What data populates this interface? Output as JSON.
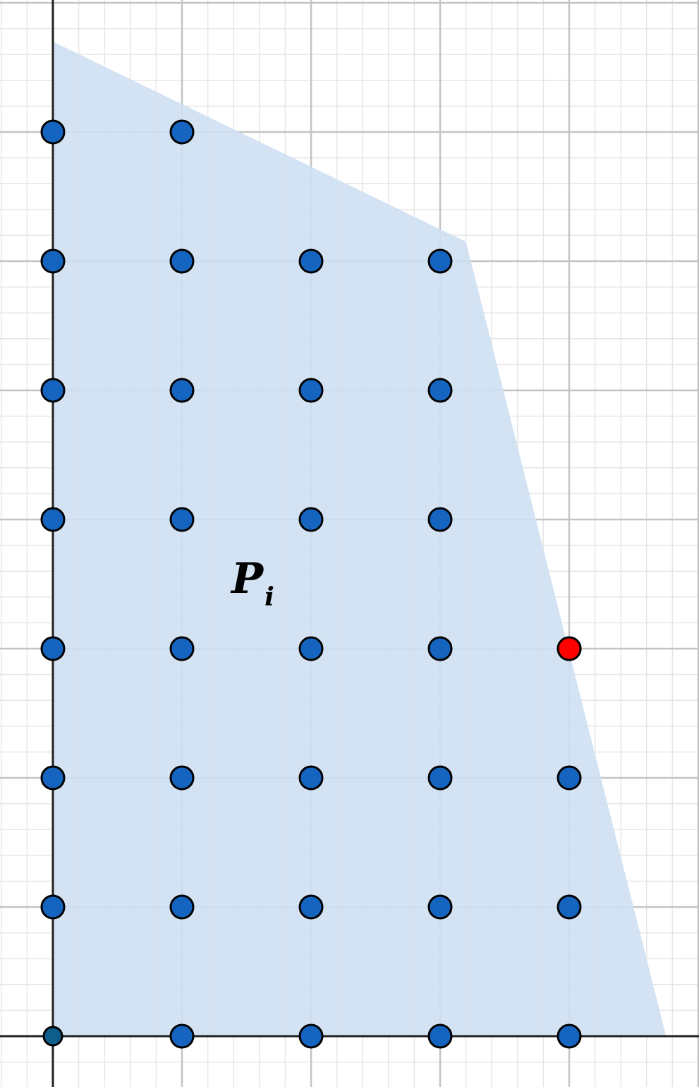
{
  "diagram": {
    "label": {
      "main": "P",
      "sub": "i"
    },
    "region_vertices": [
      [
        0,
        7.7
      ],
      [
        3.2,
        6.15
      ],
      [
        4.75,
        0
      ],
      [
        0,
        0
      ]
    ],
    "lattice_points": [
      [
        0,
        7
      ],
      [
        1,
        7
      ],
      [
        0,
        6
      ],
      [
        1,
        6
      ],
      [
        2,
        6
      ],
      [
        3,
        6
      ],
      [
        0,
        5
      ],
      [
        1,
        5
      ],
      [
        2,
        5
      ],
      [
        3,
        5
      ],
      [
        0,
        4
      ],
      [
        1,
        4
      ],
      [
        2,
        4
      ],
      [
        3,
        4
      ],
      [
        0,
        3
      ],
      [
        1,
        3
      ],
      [
        2,
        3
      ],
      [
        3,
        3
      ],
      [
        4,
        3
      ],
      [
        0,
        2
      ],
      [
        1,
        2
      ],
      [
        2,
        2
      ],
      [
        3,
        2
      ],
      [
        4,
        2
      ],
      [
        0,
        1
      ],
      [
        1,
        1
      ],
      [
        2,
        1
      ],
      [
        3,
        1
      ],
      [
        4,
        1
      ],
      [
        0,
        0
      ],
      [
        1,
        0
      ],
      [
        2,
        0
      ],
      [
        3,
        0
      ],
      [
        4,
        0
      ]
    ],
    "highlight_point": [
      4,
      3
    ],
    "colors": {
      "point_fill": "#1565c0",
      "origin_point_fill": "#0d5e8a",
      "highlight_fill": "#ff0000",
      "point_stroke": "#000000",
      "region_fill": "#cfe0f2",
      "axis": "#222222",
      "major_grid": "#c4c4c4",
      "minor_grid": "#e6e6e6"
    }
  }
}
